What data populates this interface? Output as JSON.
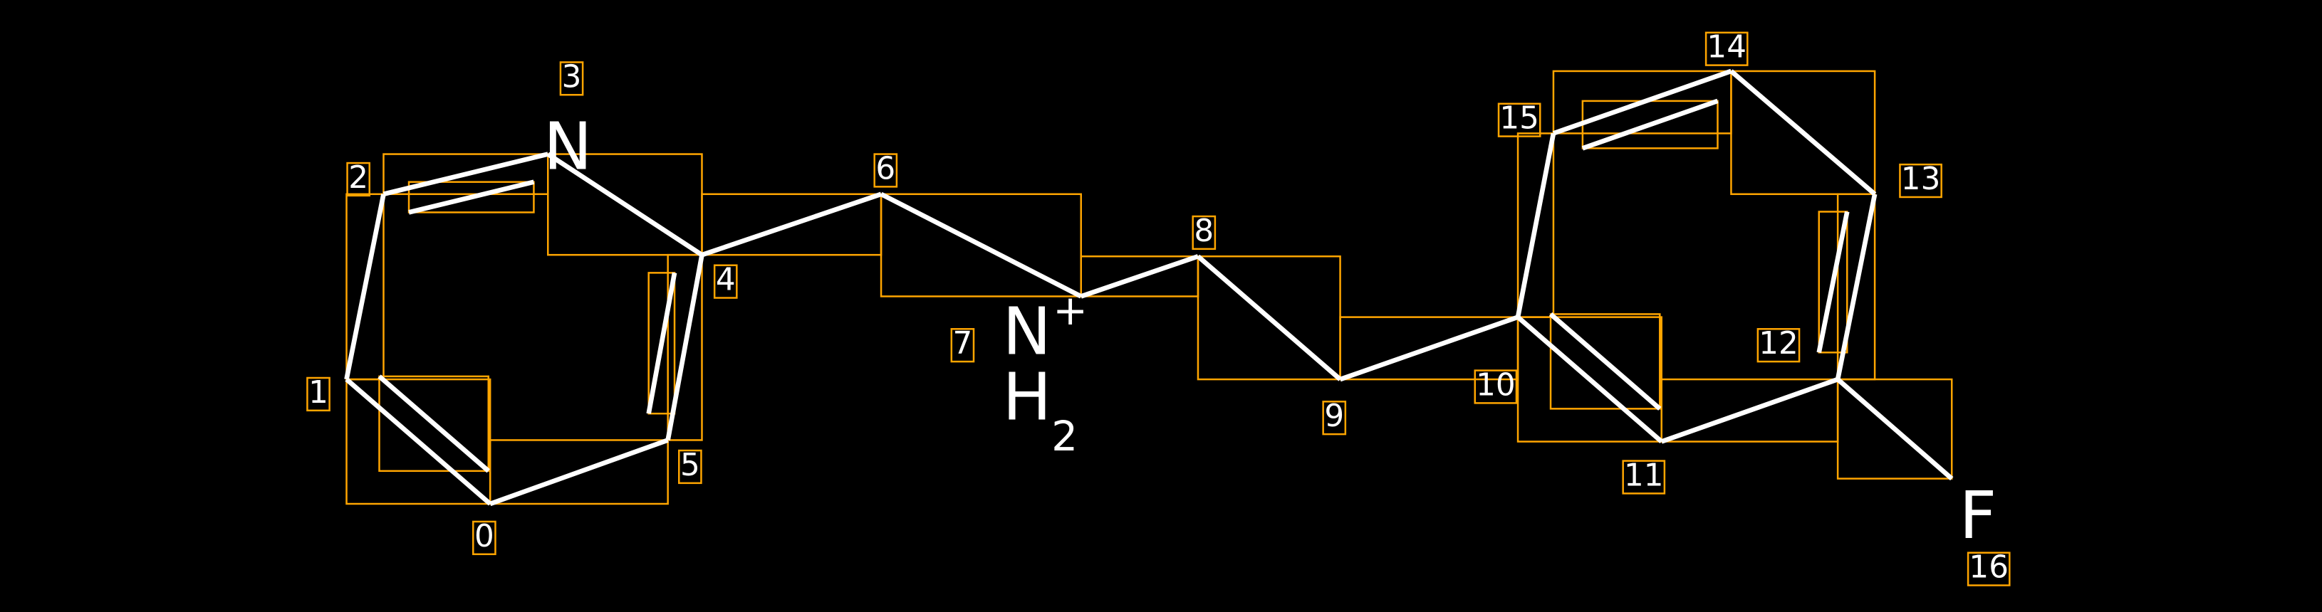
{
  "molecule": {
    "atom_labels": {
      "n3": "N",
      "n7": "N",
      "n7_charge": "+",
      "h7": "H",
      "h7_count": "2",
      "f16": "F"
    },
    "indices": [
      "0",
      "1",
      "2",
      "3",
      "4",
      "5",
      "6",
      "7",
      "8",
      "9",
      "10",
      "11",
      "12",
      "13",
      "14",
      "15",
      "16"
    ],
    "colors": {
      "background": "#000000",
      "bond": "#FFFFFF",
      "box": "#FFA500"
    }
  }
}
